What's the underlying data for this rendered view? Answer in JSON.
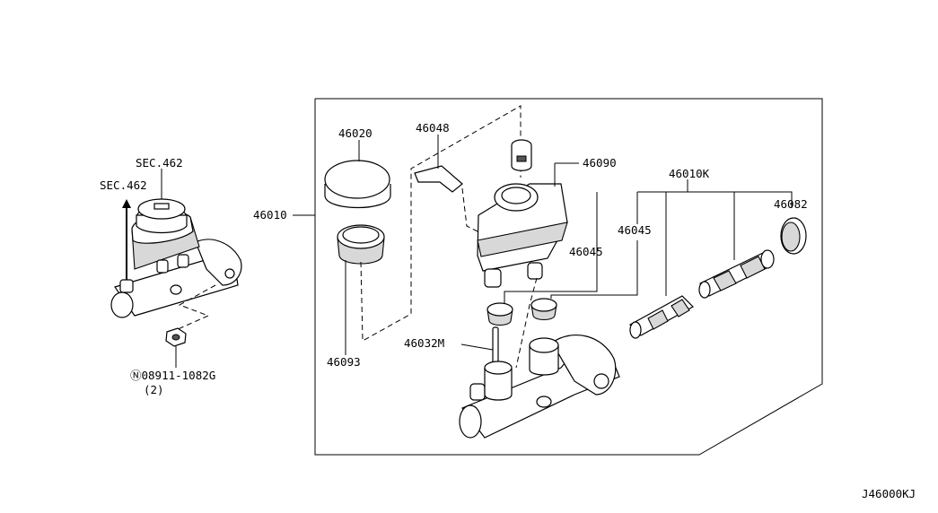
{
  "diagram": {
    "ref_code": "J46000KJ",
    "parts": {
      "p46020": "46020",
      "p46048": "46048",
      "p46090": "46090",
      "p46010k": "46010K",
      "p46082": "46082",
      "p46010": "46010",
      "p46045a": "46045",
      "p46045b": "46045",
      "p46093": "46093",
      "p46032m": "46032M",
      "sec462a": "SEC.462",
      "sec462b": "SEC.462",
      "nut": "Ⓝ08911-1082G",
      "nut_qty": "(2)"
    }
  }
}
